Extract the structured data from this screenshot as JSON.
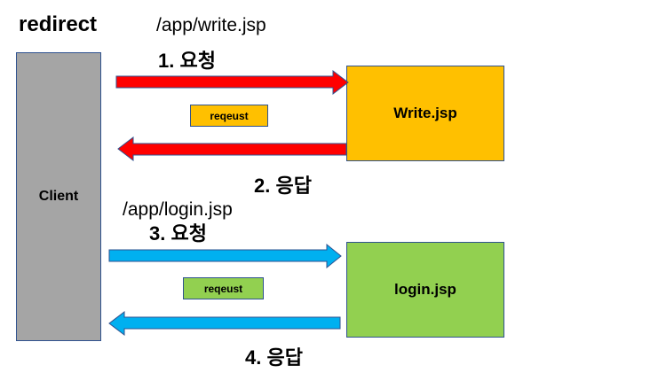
{
  "title": "redirect",
  "client": {
    "label": "Client"
  },
  "flow_write": {
    "path": "/app/write.jsp",
    "request_step": "1. 요청",
    "server": "Write.jsp",
    "tag": "reqeust",
    "response_step": "2. 응답",
    "arrow_color": "#ff0000"
  },
  "flow_login": {
    "path": "/app/login.jsp",
    "request_step": "3. 요청",
    "server": "login.jsp",
    "tag": "reqeust",
    "response_step": "4. 응답",
    "arrow_color": "#00b0f0"
  }
}
